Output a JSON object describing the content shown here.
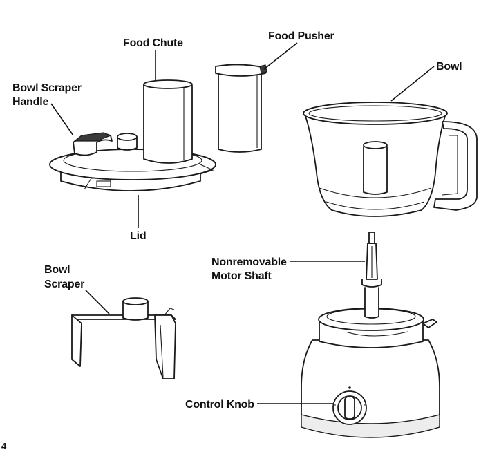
{
  "labels": {
    "food_chute": "Food Chute",
    "food_pusher": "Food Pusher",
    "bowl": "Bowl",
    "bowl_scraper_handle_1": "Bowl Scraper",
    "bowl_scraper_handle_2": "Handle",
    "lid": "Lid",
    "bowl_scraper_1": "Bowl",
    "bowl_scraper_2": "Scraper",
    "motor_shaft_1": "Nonremovable",
    "motor_shaft_2": "Motor Shaft",
    "control_knob": "Control Knob"
  },
  "page_number": "4"
}
